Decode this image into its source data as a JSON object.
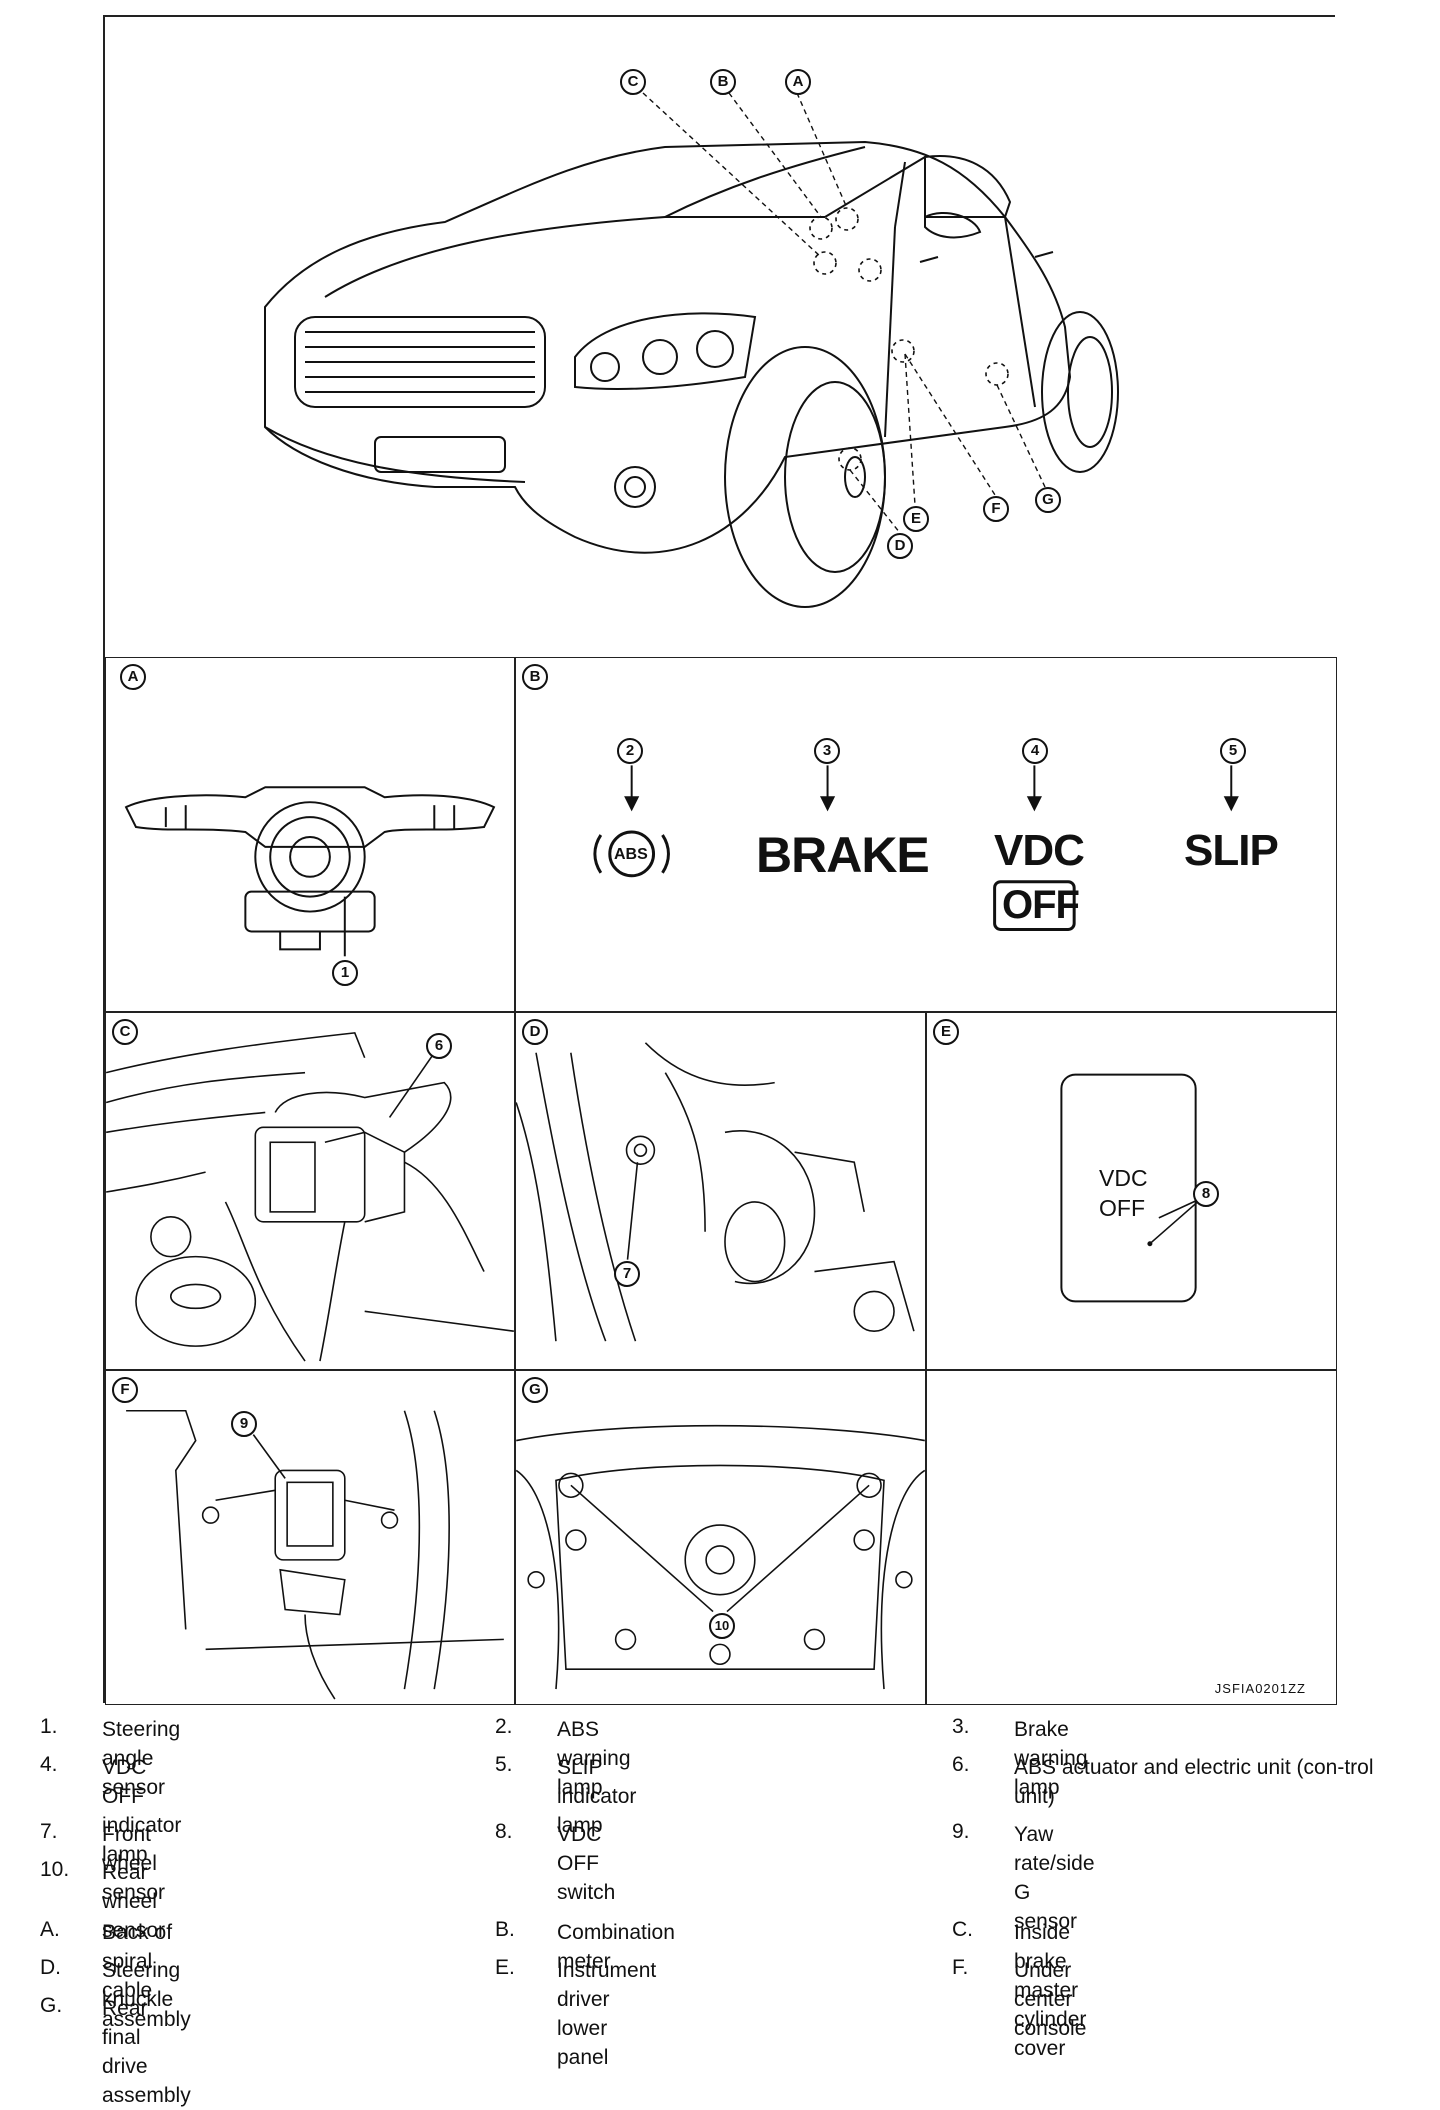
{
  "callouts": {
    "A": "A",
    "B": "B",
    "C": "C",
    "D": "D",
    "E": "E",
    "F": "F",
    "G": "G",
    "n1": "1",
    "n2": "2",
    "n3": "3",
    "n4": "4",
    "n5": "5",
    "n6": "6",
    "n7": "7",
    "n8": "8",
    "n9": "9",
    "n10": "10"
  },
  "lamps": {
    "abs": "ABS",
    "brake": "BRAKE",
    "vdc": "VDC",
    "off": "OFF",
    "slip": "SLIP"
  },
  "switch": {
    "line1": "VDC",
    "line2": "OFF"
  },
  "doc_code": "JSFIA0201ZZ",
  "legend": {
    "components": [
      {
        "num": "1.",
        "text": "Steering angle sensor"
      },
      {
        "num": "2.",
        "text": "ABS warning lamp"
      },
      {
        "num": "3.",
        "text": "Brake warning lamp"
      },
      {
        "num": "4.",
        "text": "VDC OFF indicator lamp"
      },
      {
        "num": "5.",
        "text": "SLIP indicator lamp"
      },
      {
        "num": "6.",
        "text": "ABS actuator and electric unit (con-trol unit)"
      },
      {
        "num": "7.",
        "text": "Front wheel sensor"
      },
      {
        "num": "8.",
        "text": "VDC OFF switch"
      },
      {
        "num": "9.",
        "text": "Yaw rate/side G sensor"
      },
      {
        "num": "10.",
        "text": "Rear wheel sensor"
      }
    ],
    "locations": [
      {
        "num": "A.",
        "text": "Back of spiral cable assembly"
      },
      {
        "num": "B.",
        "text": "Combination meter"
      },
      {
        "num": "C.",
        "text": "Inside brake master cylinder cover"
      },
      {
        "num": "D.",
        "text": "Steering knuckle"
      },
      {
        "num": "E.",
        "text": "Instrument driver lower panel"
      },
      {
        "num": "F.",
        "text": "Under center console"
      },
      {
        "num": "G.",
        "text": "Rear final drive assembly"
      }
    ]
  }
}
